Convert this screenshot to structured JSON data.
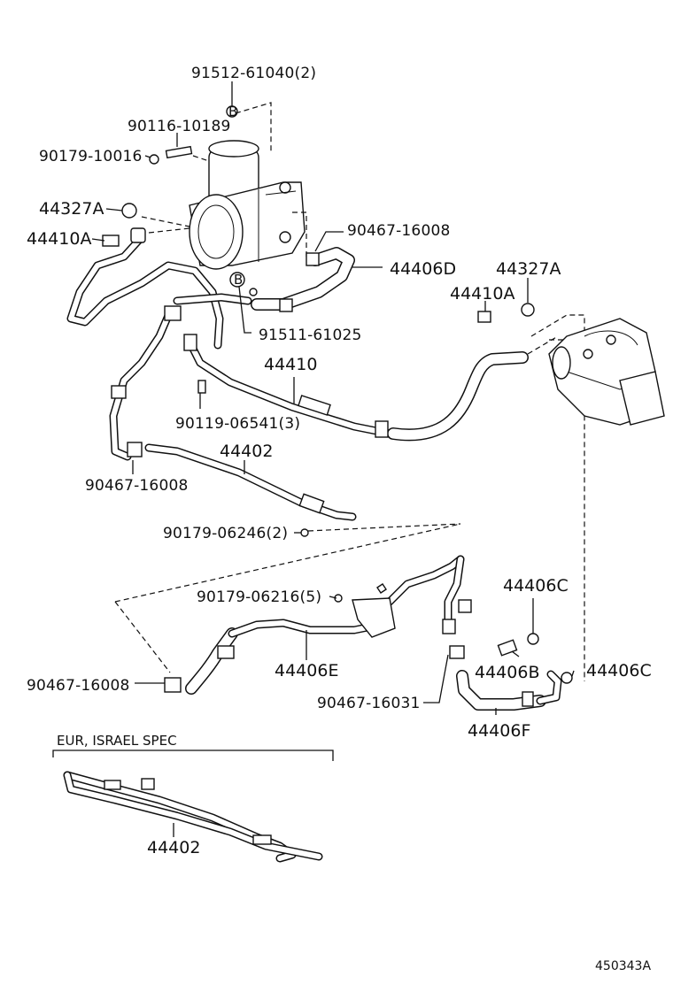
{
  "labels": {
    "l_91512": "91512-61040(2)",
    "l_90116": "90116-10189",
    "l_90179_10016": "90179-10016",
    "l_44327A_left": "44327A",
    "l_44410A_left": "44410A",
    "l_90467_16008_top": "90467-16008",
    "l_44406D": "44406D",
    "l_44327A_right": "44327A",
    "l_44410A_right": "44410A",
    "l_91511": "91511-61025",
    "l_44410": "44410",
    "l_90119": "90119-06541(3)",
    "l_44402_upper": "44402",
    "l_90467_16008_mid": "90467-16008",
    "l_90179_06246": "90179-06246(2)",
    "l_90179_06216": "90179-06216(5)",
    "l_44406C_upper": "44406C",
    "l_44406E": "44406E",
    "l_44406B": "44406B",
    "l_44406C_lower": "44406C",
    "l_90467_16008_low": "90467-16008",
    "l_90467_16031": "90467-16031",
    "l_44406F": "44406F",
    "l_spec": "EUR, ISRAEL SPEC",
    "l_44402_lower": "44402",
    "l_ref": "450343A",
    "b_marker_1": "B",
    "b_marker_2": "B"
  }
}
